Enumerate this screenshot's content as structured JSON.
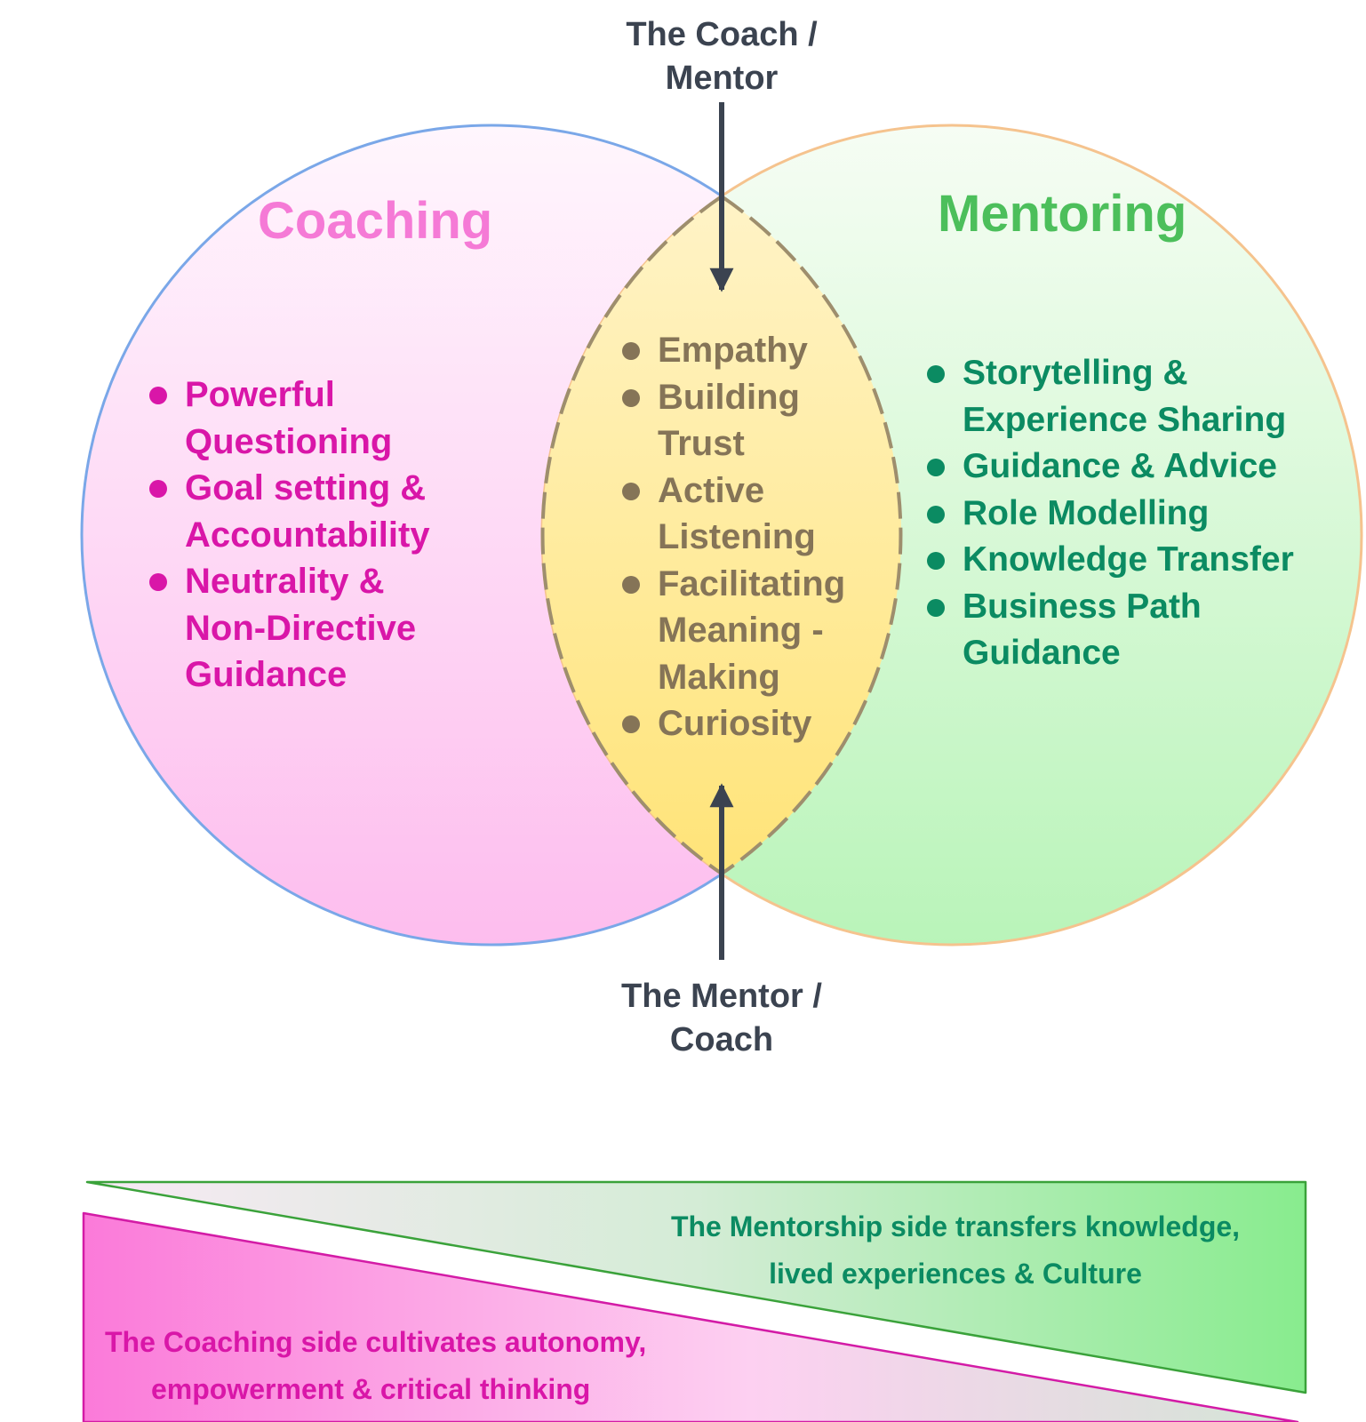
{
  "top_arrow_label": [
    "The Coach /",
    "Mentor"
  ],
  "bottom_arrow_label": [
    "The Mentor /",
    "Coach"
  ],
  "coaching": {
    "title": "Coaching",
    "items": [
      "Powerful Questioning",
      "Goal setting & Accountability",
      "Neutrality & Non-Directive Guidance"
    ]
  },
  "mentoring": {
    "title": "Mentoring",
    "items": [
      "Storytelling & Experience Sharing",
      "Guidance & Advice",
      "Role Modelling",
      "Knowledge Transfer",
      "Business Path Guidance"
    ]
  },
  "overlap": {
    "items": [
      "Empathy",
      "Building Trust",
      "Active Listening",
      "Facilitating Meaning -Making",
      "Curiosity"
    ]
  },
  "mentorship_band": [
    "The Mentorship side transfers knowledge,",
    "lived experiences & Culture"
  ],
  "coaching_band": [
    "The Coaching side cultivates autonomy,",
    "empowerment & critical thinking"
  ],
  "colors": {
    "coaching_text": "#d916a8",
    "coaching_title": "#f57ad6",
    "mentoring_text": "#0b8b62",
    "mentoring_title": "#4cbf5b",
    "overlap_text": "#857457",
    "arrow": "#3b4350"
  }
}
